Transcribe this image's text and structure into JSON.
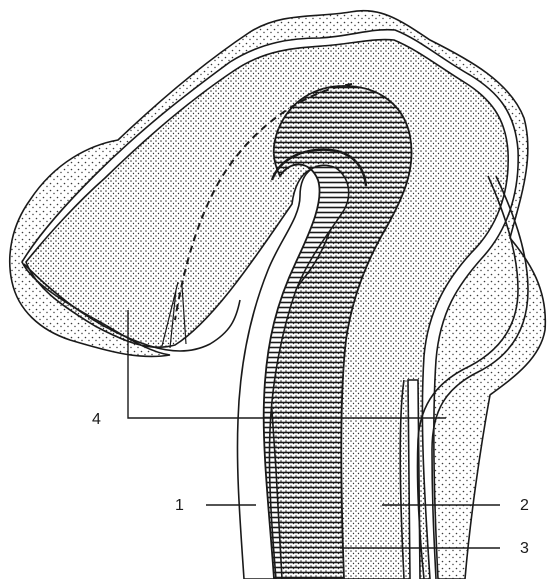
{
  "figure": {
    "labels": {
      "l1": "1",
      "l2": "2",
      "l3": "3",
      "l4": "4"
    },
    "colors": {
      "ink": "#1a1a1a",
      "paper": "#ffffff",
      "stipple": "#3a3a3a"
    },
    "parts": [
      "outer-stippled-layer",
      "inner-stippled-layer",
      "hatched-band",
      "dashed-boundary"
    ]
  }
}
